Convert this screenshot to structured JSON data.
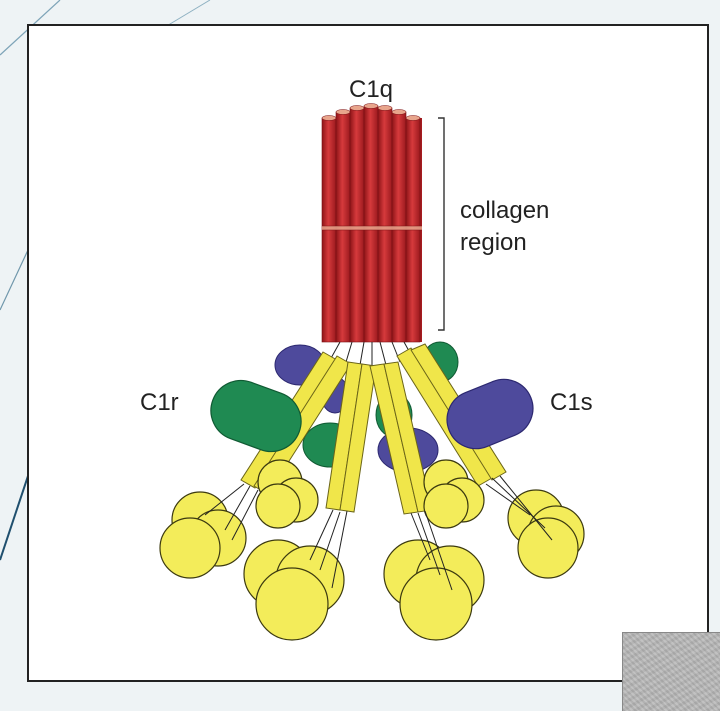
{
  "labels": {
    "top": "C1q",
    "bracket": [
      "collagen",
      "region"
    ],
    "left": "C1r",
    "right": "C1s"
  },
  "colors": {
    "collagen_red": "#c8282c",
    "stalk_yellow": "#f0e64a",
    "head_yellow": "#f3ec5a",
    "c1r_green": "#1f8a52",
    "c1s_purple": "#4e4a9c",
    "background": "#eef3f5"
  }
}
